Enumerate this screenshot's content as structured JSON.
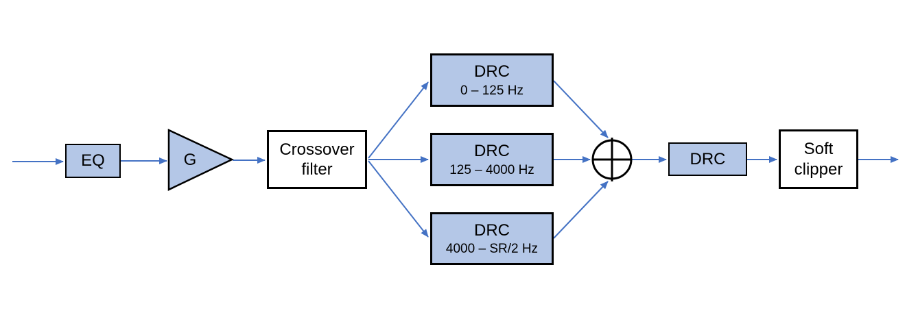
{
  "diagram": {
    "type": "signal-flow-block-diagram",
    "blocks": {
      "eq": {
        "label": "EQ"
      },
      "gain": {
        "label": "G"
      },
      "crossover": {
        "line1": "Crossover",
        "line2": "filter"
      },
      "drc_low": {
        "title": "DRC",
        "band": "0 – 125 Hz"
      },
      "drc_mid": {
        "title": "DRC",
        "band": "125 – 4000 Hz"
      },
      "drc_high": {
        "title": "DRC",
        "band": "4000 – SR/2 Hz"
      },
      "summing_junction": {
        "symbol": "plus-in-circle"
      },
      "drc_post": {
        "label": "DRC"
      },
      "soft_clipper": {
        "line1": "Soft",
        "line2": "clipper"
      }
    },
    "colors": {
      "block_fill": "#B4C7E7",
      "block_border": "#000000",
      "connector": "#4472C4",
      "background": "#FFFFFF"
    }
  }
}
